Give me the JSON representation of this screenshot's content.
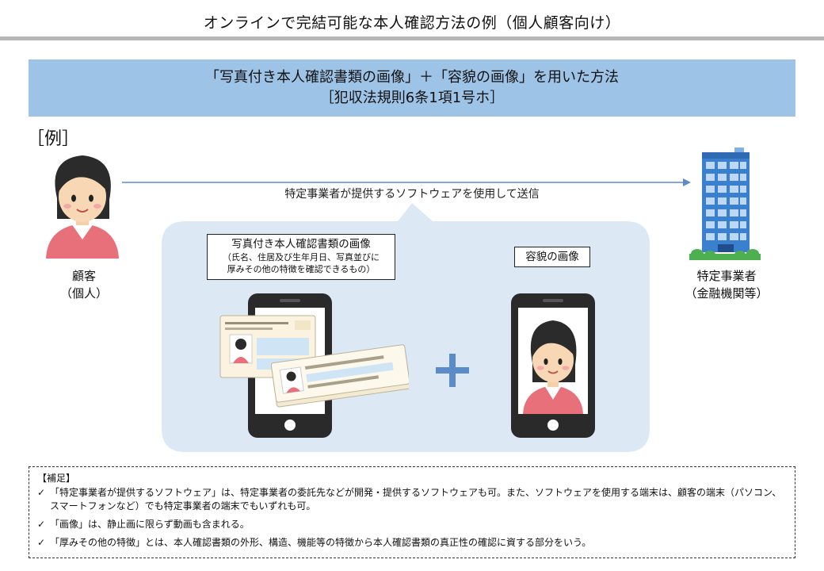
{
  "page_title": "オンラインで完結可能な本人確認方法の例（個人顧客向け）",
  "banner": {
    "line1": "「写真付き本人確認書類の画像」＋「容貌の画像」を用いた方法",
    "line2": "［犯収法規則6条1項1号ホ］"
  },
  "example_label": "［例］",
  "customer": {
    "line1": "顧客",
    "line2": "（個人）"
  },
  "business": {
    "line1": "特定事業者",
    "line2": "（金融機関等）"
  },
  "arrow_label": "特定事業者が提供するソフトウェアを使用して送信",
  "doc_box": {
    "title": "写真付き本人確認書類の画像",
    "sub1": "（氏名、住居及び生年月日、写真並びに",
    "sub2": "厚みその他の特徴を確認できるもの）"
  },
  "face_box": {
    "title": "容貌の画像"
  },
  "notes": {
    "heading": "【補足】",
    "items": [
      {
        "check": "✓",
        "text": "「特定事業者が提供するソフトウェア」は、特定事業者の委託先などが開発・提供するソフトウェアも可。また、ソフトウェアを使用する端末は、顧客の端末（パソコン、スマートフォンなど）でも特定事業者の端末でもいずれも可。"
      },
      {
        "check": "✓",
        "text": "「画像」は、静止画に限らず動画も含まれる。"
      },
      {
        "check": "✓",
        "text": "「厚みその他の特徴」とは、本人確認書類の外形、構造、機能等の特徴から本人確認書類の真正性の確認に資する部分をいう。"
      }
    ]
  },
  "colors": {
    "banner": "#9dc3e6",
    "bubble": "#dde8f5",
    "arrow": "#5b8bc9",
    "plus": "#5b8bc9",
    "building": "#3b7fcf"
  }
}
